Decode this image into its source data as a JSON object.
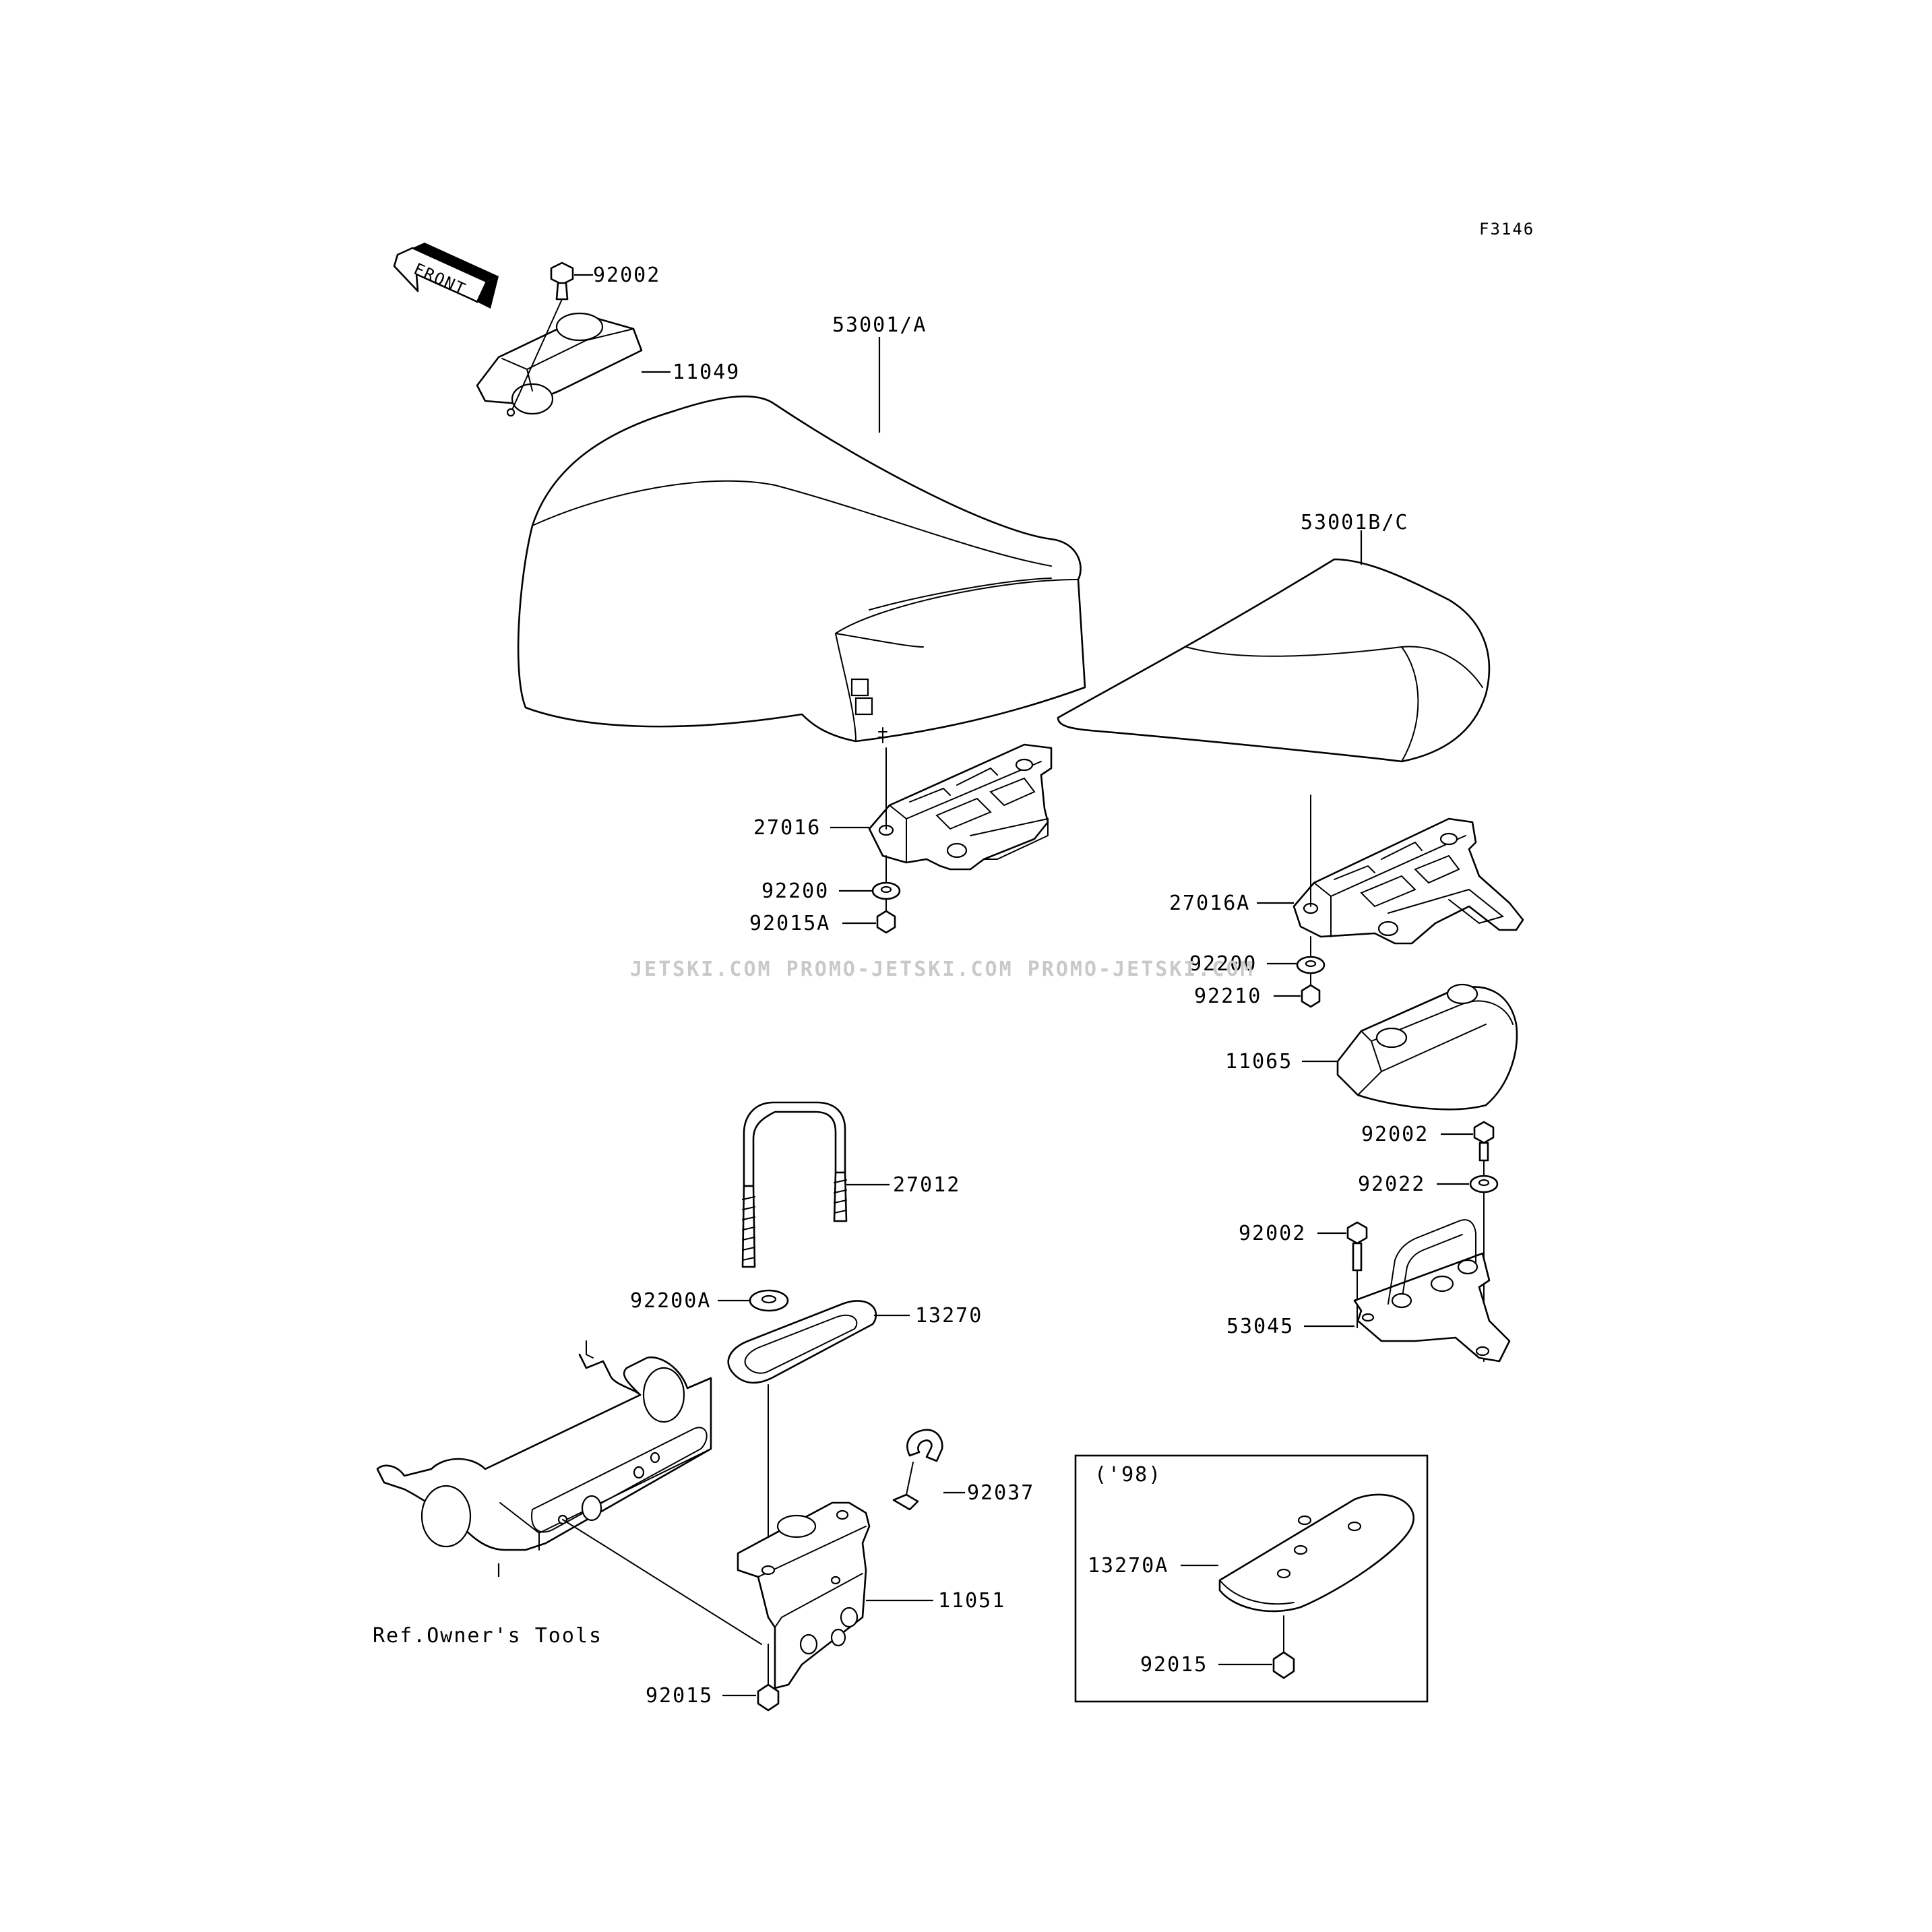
{
  "figure": {
    "code": "F3146",
    "front_arrow_text": "FRONT",
    "watermark": "JETSKI.COM  PROMO-JETSKI.COM  PROMO-JETSKI.COM",
    "inset_label": "('98)",
    "ref_note": "Ref.Owner's Tools"
  },
  "callouts": {
    "c92002_top": "92002",
    "c11049": "11049",
    "c53001a": "53001/A",
    "c53001bc": "53001B/C",
    "c27016": "27016",
    "c92200_left": "92200",
    "c92015a": "92015A",
    "c27016a": "27016A",
    "c92200_right": "92200",
    "c92210": "92210",
    "c11065": "11065",
    "c92002_mid": "92002",
    "c92022": "92022",
    "c92002_low": "92002",
    "c53045": "53045",
    "c27012": "27012",
    "c92200a": "92200A",
    "c13270": "13270",
    "c92037": "92037",
    "c11051": "11051",
    "c92015_left": "92015",
    "c13270a": "13270A",
    "c92015_inset": "92015"
  }
}
